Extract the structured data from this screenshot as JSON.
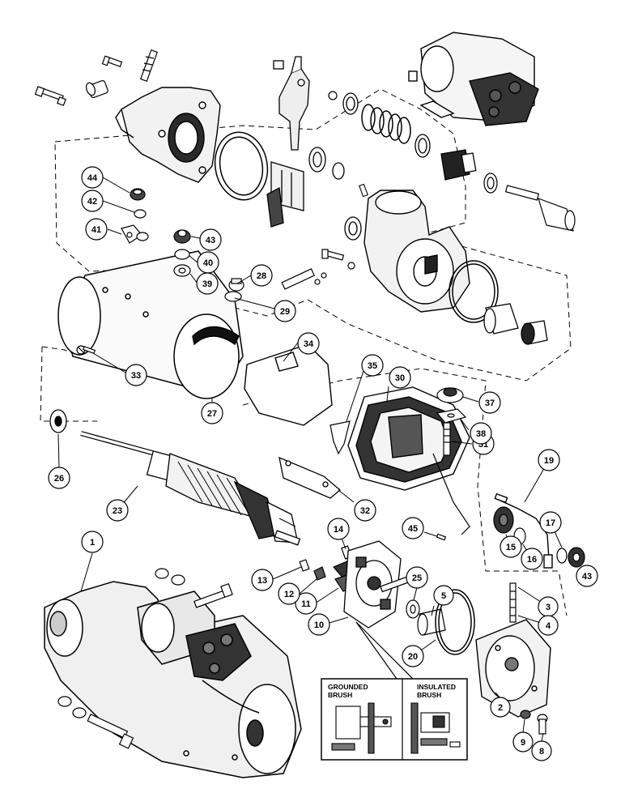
{
  "callouts": {
    "c1": "1",
    "c2": "2",
    "c3": "3",
    "c4": "4",
    "c5": "5",
    "c8": "8",
    "c9": "9",
    "c10": "10",
    "c11": "11",
    "c12": "12",
    "c13": "13",
    "c14": "14",
    "c15": "15",
    "c16": "16",
    "c17": "17",
    "c19": "19",
    "c20": "20",
    "c23": "23",
    "c25": "25",
    "c26": "26",
    "c27": "27",
    "c28": "28",
    "c29": "29",
    "c30": "30",
    "c31": "31",
    "c32": "32",
    "c33": "33",
    "c34": "34",
    "c35": "35",
    "c37": "37",
    "c38": "38",
    "c39": "39",
    "c40": "40",
    "c41": "41",
    "c42": "42",
    "c43a": "43",
    "c43b": "43",
    "c44": "44",
    "c45": "45"
  },
  "inset": {
    "left_title_line1": "GROUNDED",
    "left_title_line2": "BRUSH",
    "right_title_line1": "INSULATED",
    "right_title_line2": "BRUSH"
  }
}
